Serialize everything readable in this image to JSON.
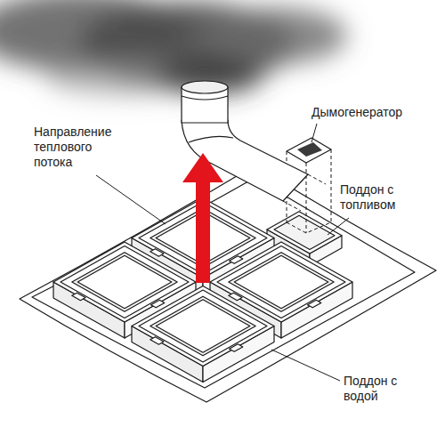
{
  "diagram": {
    "labels": [
      "Направление теплового потока",
      "Дымогенератор",
      "Поддон с топливом",
      "Поддон с водой"
    ]
  }
}
